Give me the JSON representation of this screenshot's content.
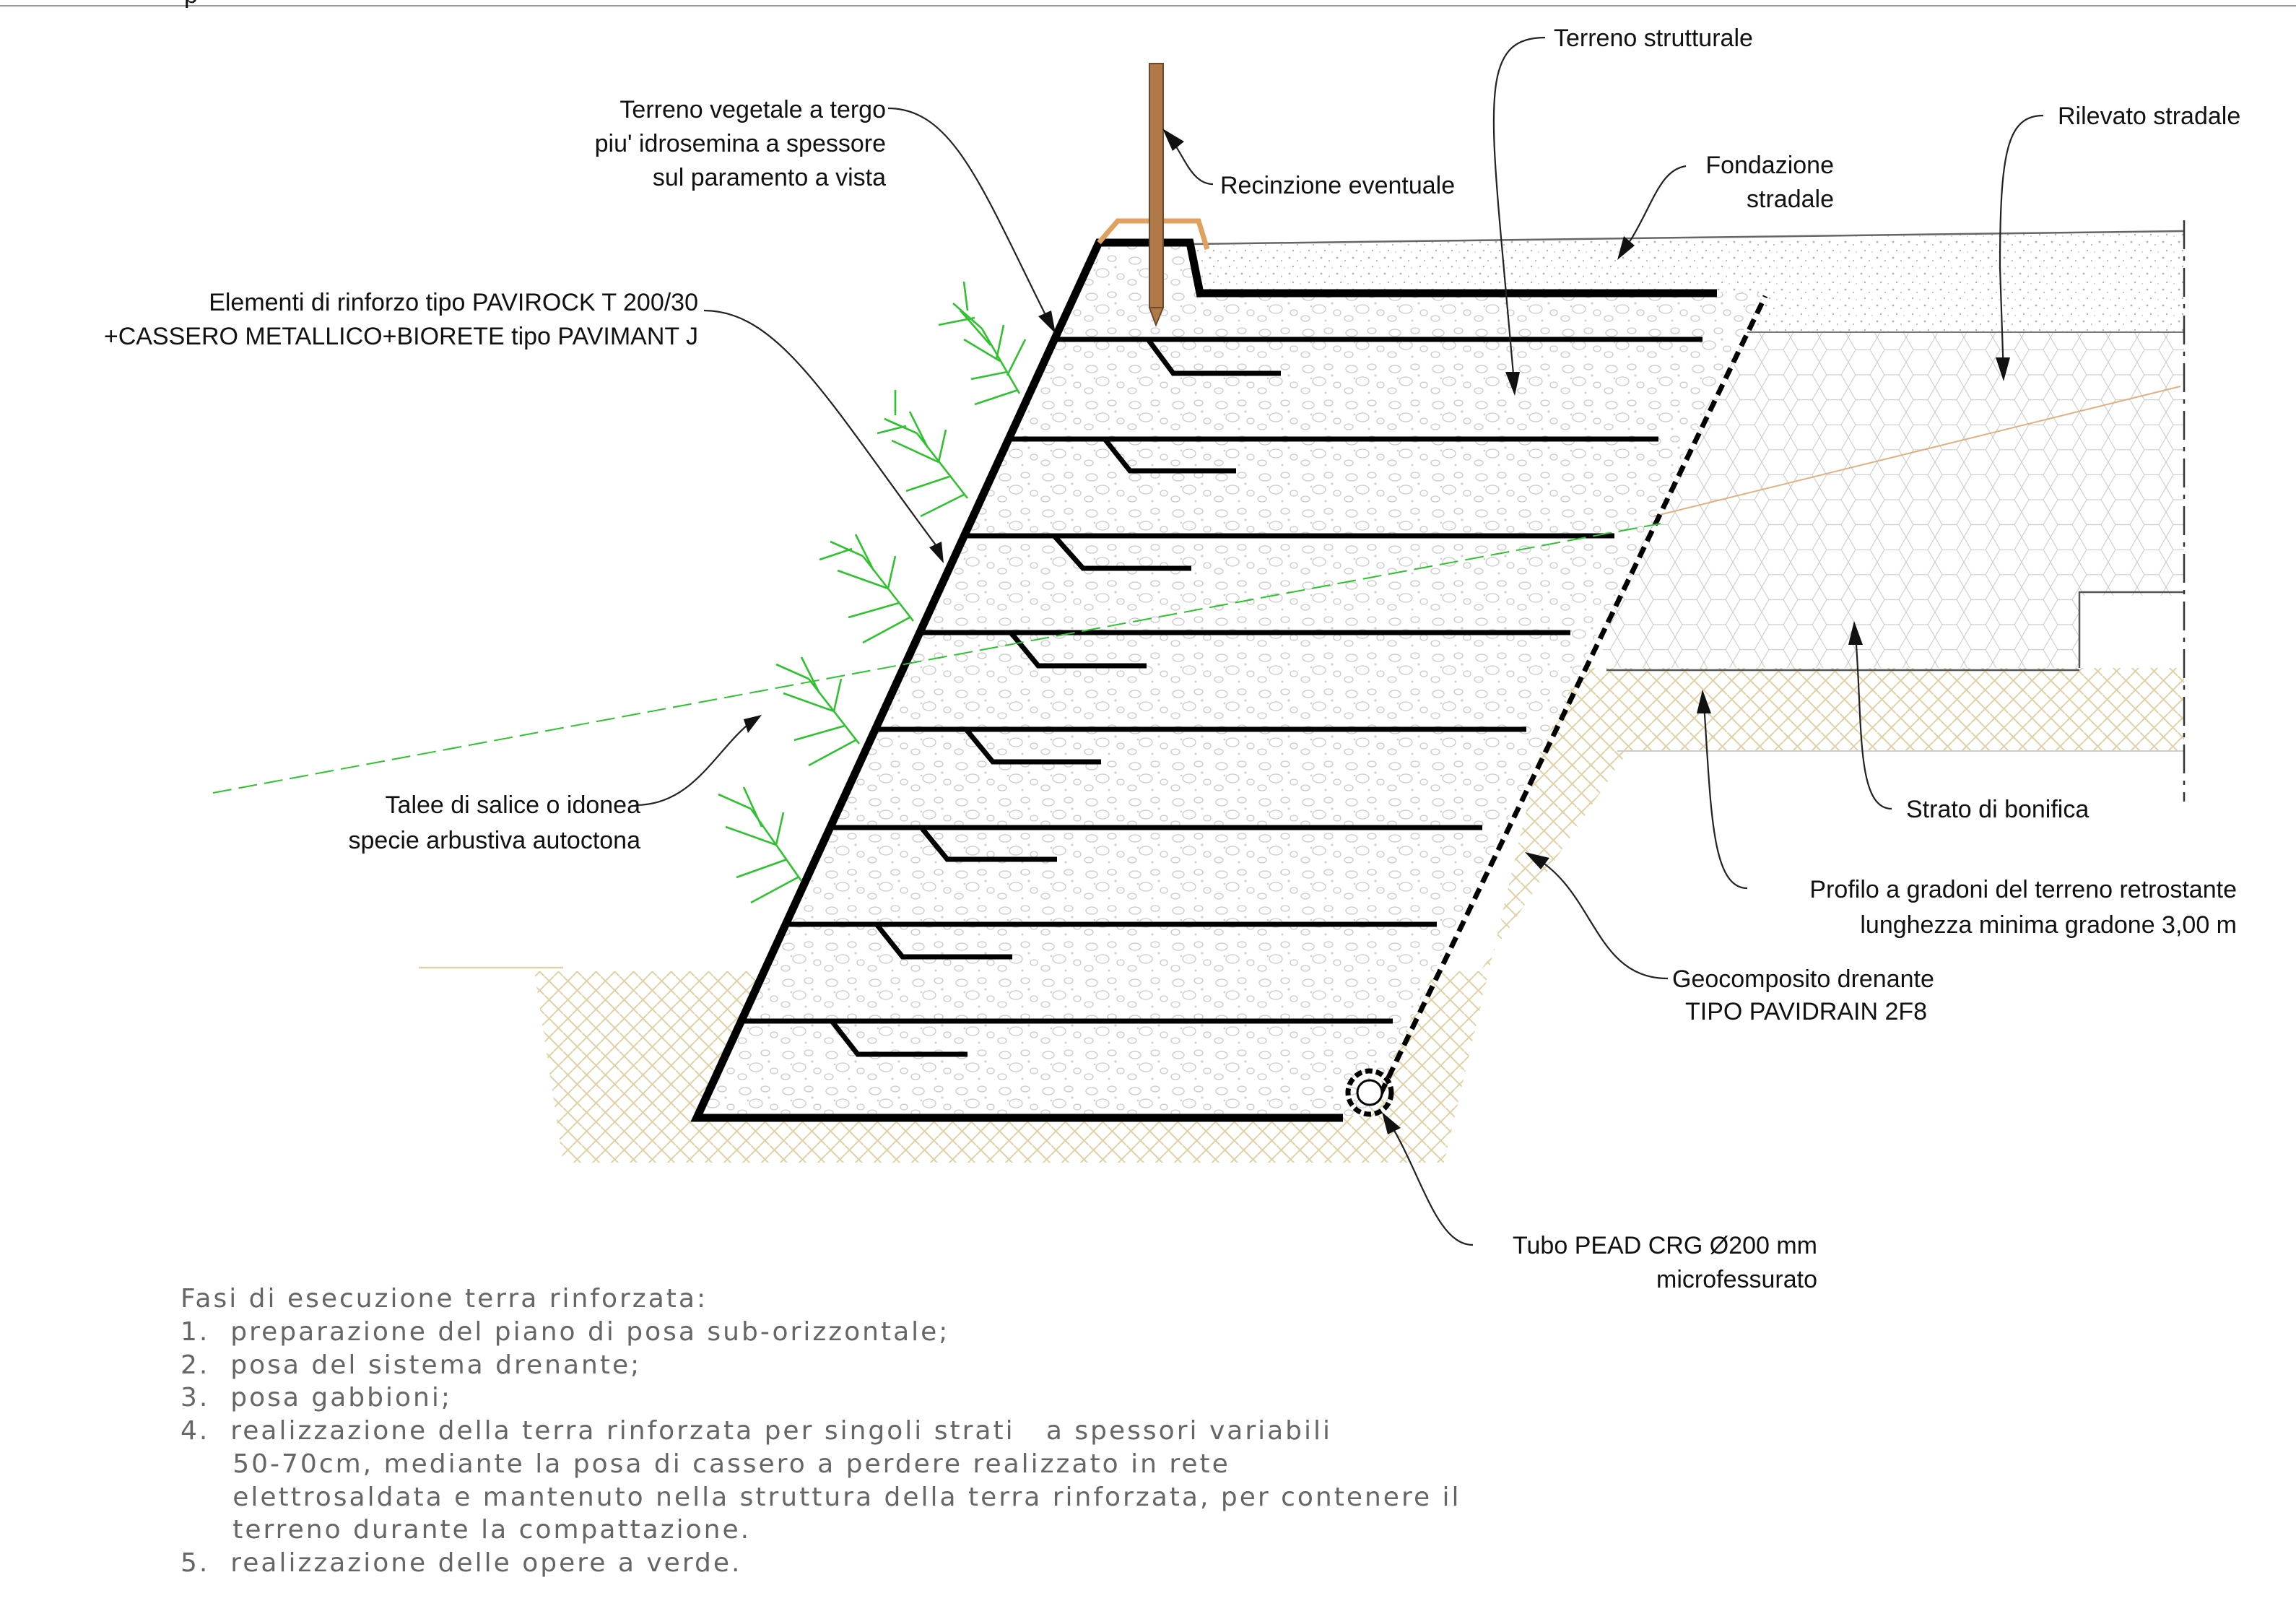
{
  "title_fragment": "p",
  "labels": {
    "terreno_strutturale": "Terreno strutturale",
    "rilevato_stradale": "Rilevato stradale",
    "fondazione": [
      "Fondazione",
      "stradale"
    ],
    "terreno_vegetale": [
      "Terreno vegetale a tergo",
      "piu' idrosemina a spessore",
      "sul paramento a vista"
    ],
    "recinzione": "Recinzione eventuale",
    "elementi": [
      "Elementi di rinforzo tipo PAVIROCK T 200/30",
      "+CASSERO METALLICO+BIORETE tipo PAVIMANT J"
    ],
    "talee": [
      "Talee di salice o idonea",
      "specie arbustiva autoctona"
    ],
    "strato_bonifica": "Strato di bonifica",
    "profilo": [
      "Profilo a gradoni del terreno  retrostante",
      "lunghezza minima gradone 3,00 m"
    ],
    "geocomposito": [
      "Geocomposito drenante",
      "TIPO PAVIDRAIN 2F8"
    ],
    "tubo": [
      "Tubo PEAD CRG Ø200 mm",
      "microfessurato"
    ]
  },
  "notes": {
    "heading": "Fasi di esecuzione terra rinforzata:",
    "items": [
      "1.  preparazione del piano di posa sub-orizzontale;",
      "2.  posa del sistema drenante;",
      "3.  posa gabbioni;",
      "4.  realizzazione della terra rinforzata per singoli strati   a spessori variabili",
      "     50-70cm, mediante la posa di cassero a perdere realizzato in rete",
      "     elettrosaldata e mantenuto nella struttura della terra rinforzata, per contenere il",
      "     terreno durante la compattazione.",
      "5.  realizzazione delle opere a verde."
    ]
  },
  "colors": {
    "structure": "#000000",
    "vegetation": "#2fc22f",
    "natural_ground": "#e0d2a6",
    "post": "#b07a48",
    "fence_bracket": "#e0a060",
    "slope_line": "#2fc22f"
  }
}
